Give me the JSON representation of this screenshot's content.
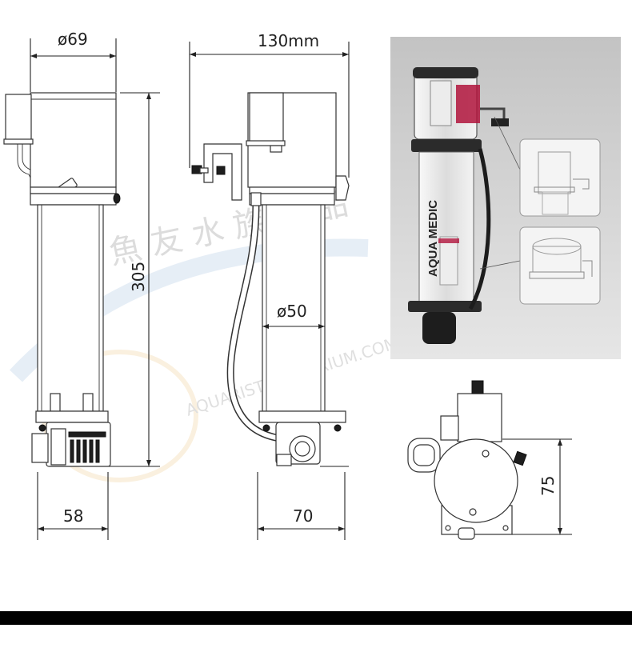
{
  "dimensions": {
    "top_diameter": "ø69",
    "total_width": "130mm",
    "height": "305",
    "tube_diameter": "ø50",
    "base_width_front": "58",
    "base_width_side": "70",
    "top_view_depth": "75"
  },
  "product": {
    "brand": "AQUA MEDIC"
  },
  "watermarks": {
    "chinese": "魚 友 水 族 用 品",
    "english": "AQUARISTSEMPORIUM.COM"
  },
  "colors": {
    "accent": "#b0143c",
    "photo_bg": "#c9c9c9",
    "line": "#222222"
  }
}
